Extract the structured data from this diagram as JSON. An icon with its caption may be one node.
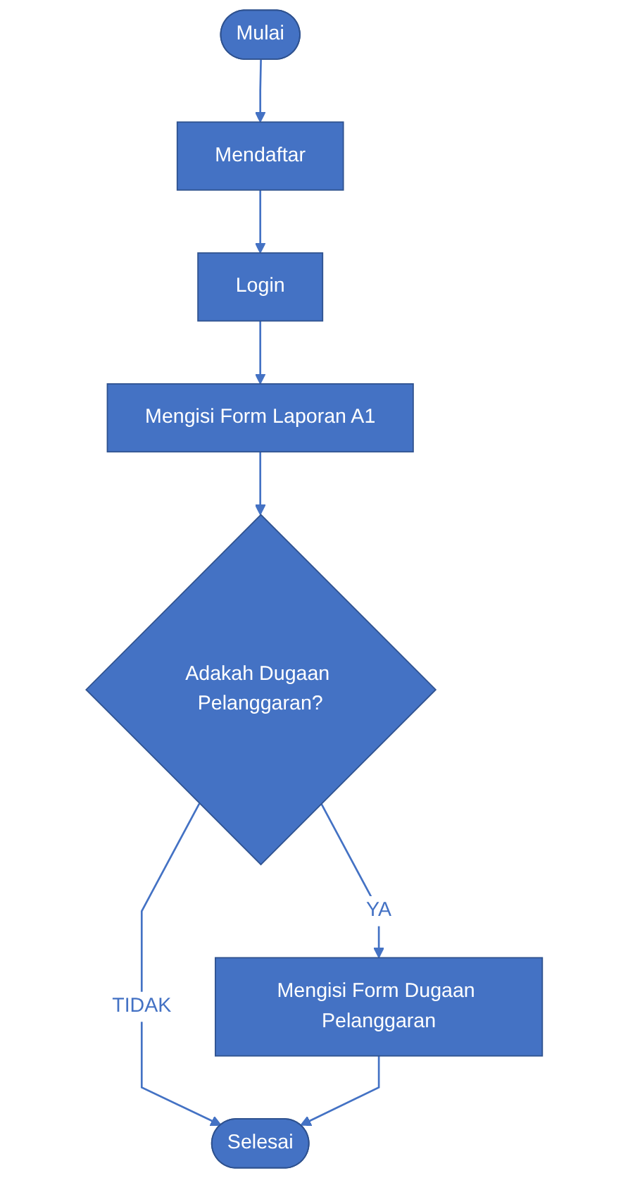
{
  "diagram": {
    "nodes": [
      {
        "text": [
          "Mulai"
        ]
      },
      {
        "text": [
          "Mendaftar"
        ]
      },
      {
        "text": [
          "Login"
        ]
      },
      {
        "text": [
          "Mengisi Form Laporan A1"
        ]
      },
      {
        "text": [
          "Adakah Dugaan Pelanggaran?"
        ]
      },
      {
        "text": [
          "Mengisi Form Dugaan Pelanggaran"
        ]
      },
      {
        "text": [
          "Selesai"
        ]
      }
    ],
    "edges": [
      {
        "from": 0,
        "to": 1,
        "arrow": "to"
      },
      {
        "from": 1,
        "to": 2,
        "arrow": "to"
      },
      {
        "from": 2,
        "to": 3,
        "arrow": "to"
      },
      {
        "from": 3,
        "to": 4,
        "arrow": "to"
      },
      {
        "from": 4,
        "to": 5,
        "arrow": "to",
        "label": "YA"
      },
      {
        "from": 4,
        "to": 6,
        "arrow": "to",
        "label": "TIDAK"
      },
      {
        "from": 5,
        "to": 6,
        "arrow": "to"
      }
    ]
  }
}
